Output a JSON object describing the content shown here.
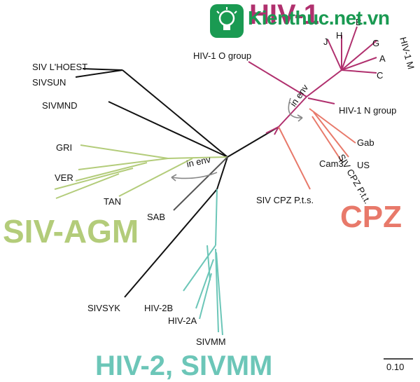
{
  "groups": {
    "agm": "SIV-AGM",
    "hiv2": "HIV-2, SIVMM",
    "cpz": "CPZ",
    "hiv1": "HIV-1"
  },
  "annotations": {
    "in_env_left": "in env",
    "in_env_right": "in env"
  },
  "leaves": {
    "siv_lhoest": "SIV L'HOEST",
    "sivsun": "SIVSUN",
    "sivmnd": "SIVMND",
    "gri": "GRI",
    "ver": "VER",
    "tan": "TAN",
    "sab": "SAB",
    "sivsyk": "SIVSYK",
    "hiv2b": "HIV-2B",
    "hiv2a": "HIV-2A",
    "sivmm": "SIVMM",
    "hiv1_o": "HIV-1 O group",
    "hiv1_n": "HIV-1 N group",
    "siv_cpz_pts": "SIV CPZ P.t.s.",
    "siv_cpz_ptt": "SIV CPZ P.t.t.",
    "gab": "Gab",
    "us": "US",
    "cam3": "Cam3",
    "sub_a": "A",
    "sub_c": "C",
    "sub_g": "G",
    "sub_j": "J",
    "sub_h": "H",
    "sub_b": "B",
    "hiv1_m": "HIV-1 M"
  },
  "scale": {
    "label": "0.10"
  },
  "watermark": {
    "text": "Kienthuc.net.vn"
  },
  "colors": {
    "black": "#111111",
    "agm": "#b3cc7a",
    "hiv2": "#6cc6b8",
    "cpz": "#e8796a",
    "hiv1": "#b0306e",
    "arrow": "#888888",
    "watermark": "#1a9a52"
  }
}
